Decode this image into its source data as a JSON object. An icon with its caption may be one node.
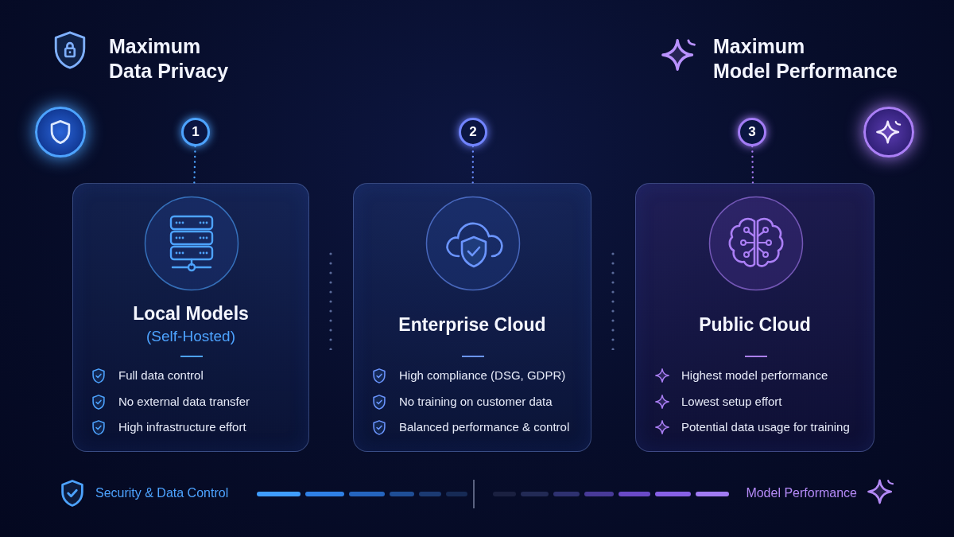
{
  "diagram": {
    "nodes": [
      {
        "text": [],
        "shape": "circle"
      },
      {
        "text": [
          "1"
        ]
      },
      {
        "text": [
          "2"
        ]
      },
      {
        "text": [
          "3"
        ]
      },
      {
        "text": [],
        "shape": "circle"
      },
      {
        "text": [
          "Local Models",
          "(Self-Hosted)",
          "Full data control",
          "No external data transfer",
          "High infrastructure effort"
        ]
      },
      {
        "text": [
          "Enterprise Cloud",
          "High compliance (DSG, GDPR)",
          "No training on customer data",
          "Balanced performance & control"
        ]
      },
      {
        "text": [
          "Public Cloud",
          "Highest model performance",
          "Lowest setup effort",
          "Potential data usage for training"
        ]
      }
    ],
    "edges": [
      {
        "from": 0,
        "to": 1,
        "arrow": "none",
        "color": "#4da3ff"
      },
      {
        "from": 1,
        "to": 2,
        "arrow": "none",
        "color": "#6a8cff"
      },
      {
        "from": 2,
        "to": 3,
        "arrow": "none",
        "color": "#9a7ef5"
      },
      {
        "from": 3,
        "to": 4,
        "arrow": "none",
        "color": "#b07cf7"
      },
      {
        "from": 1,
        "to": 5,
        "arrow": "none",
        "style": "dashed",
        "color": "#4da3ff"
      },
      {
        "from": 2,
        "to": 6,
        "arrow": "none",
        "style": "dashed",
        "color": "#6a8cff"
      },
      {
        "from": 3,
        "to": 7,
        "arrow": "none",
        "style": "dashed",
        "color": "#a97cf5"
      }
    ],
    "labels": [
      "Maximum Data Privacy",
      "Maximum Model Performance",
      "Security & Data Control",
      "Model Performance"
    ]
  }
}
